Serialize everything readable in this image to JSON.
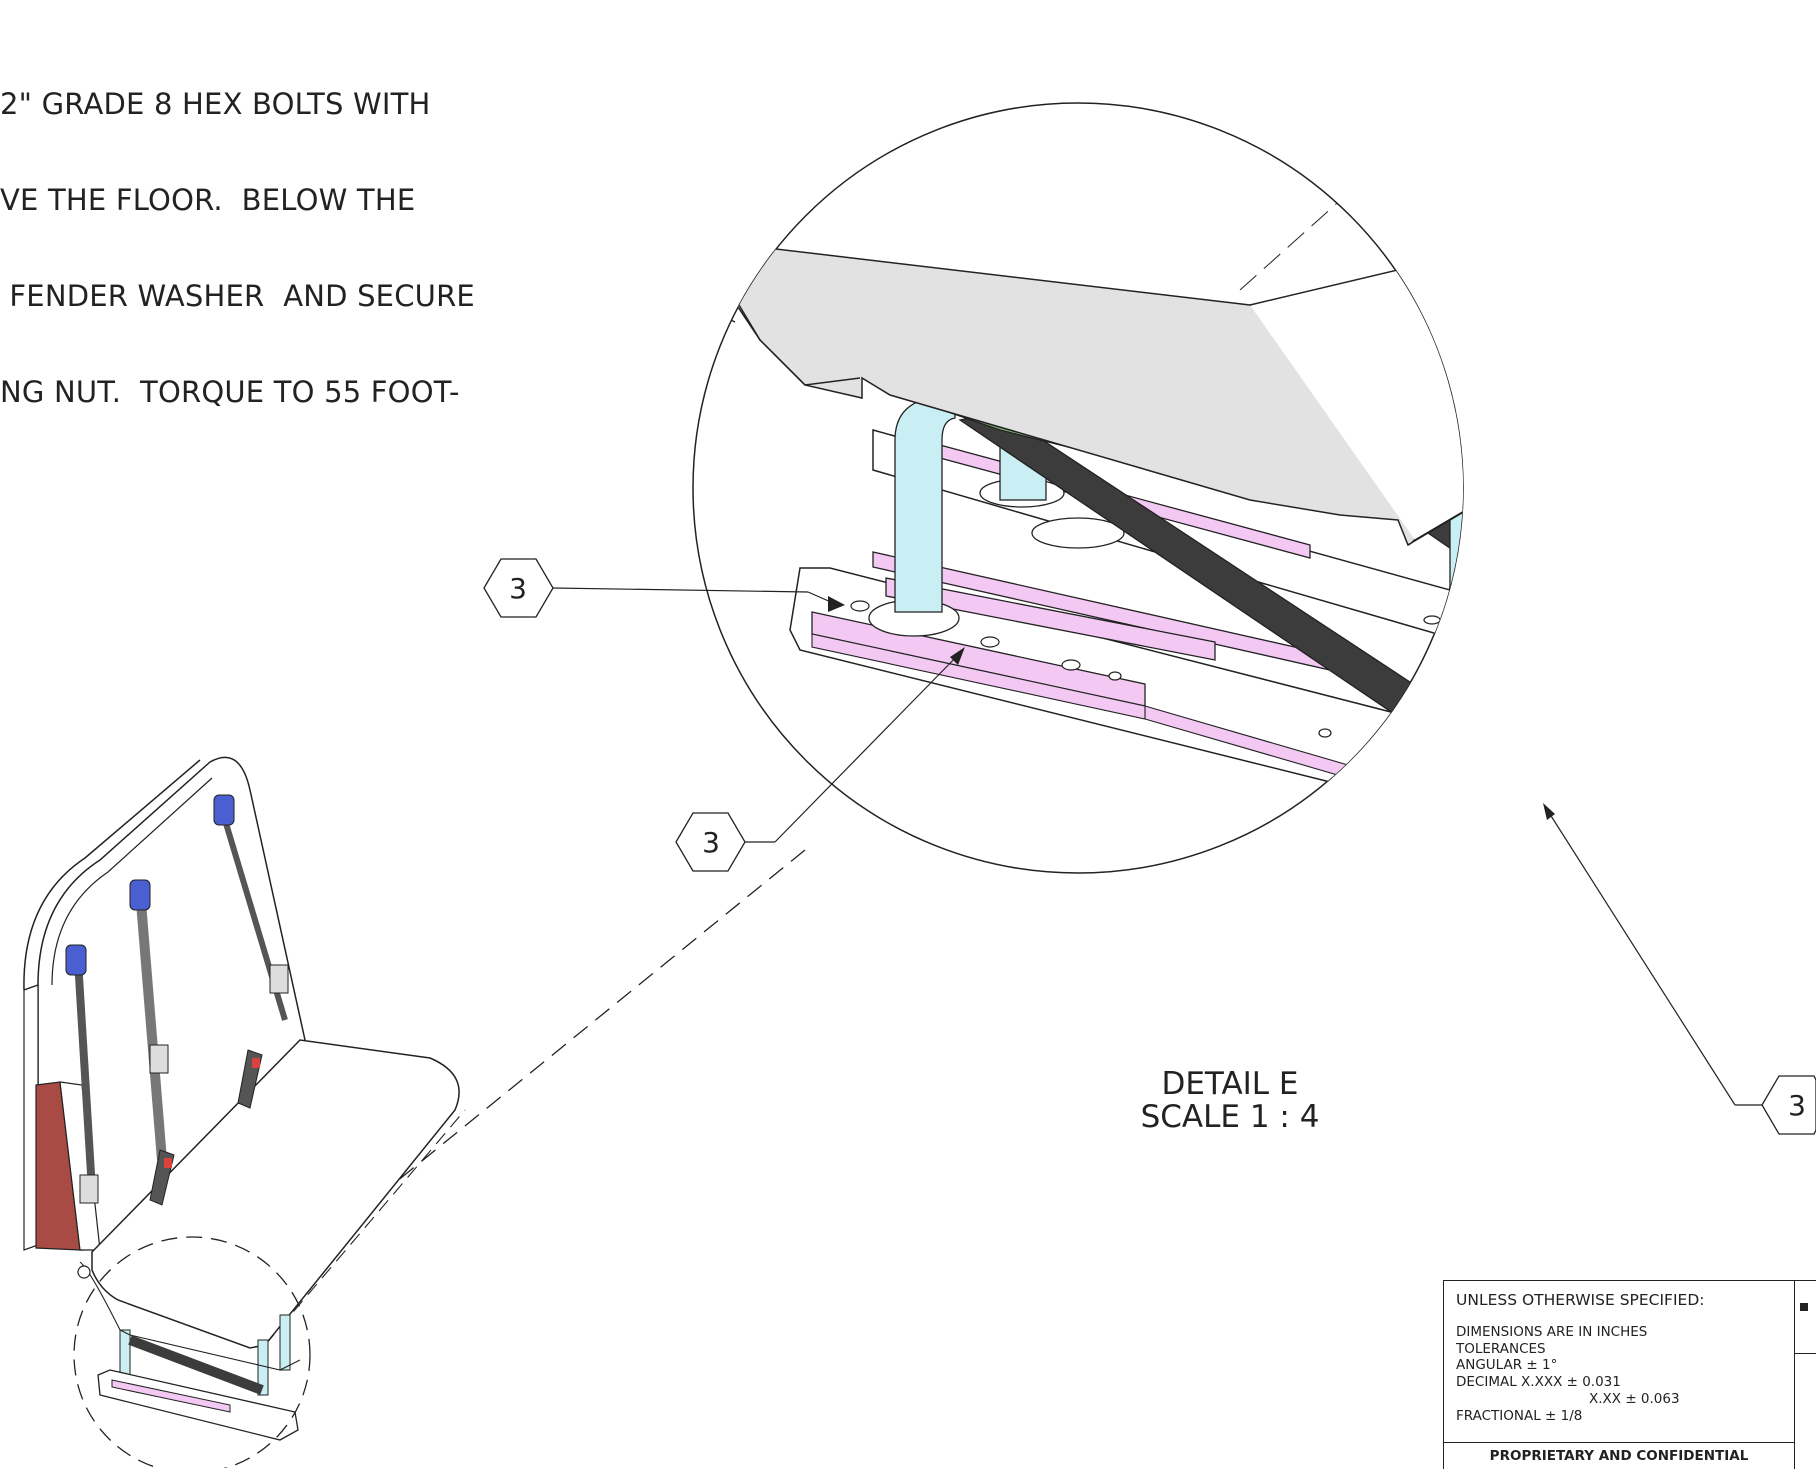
{
  "note": {
    "lines": [
      "2\" GRADE 8 HEX BOLTS WITH",
      "VE THE FLOOR.  BELOW THE",
      " FENDER WASHER  AND SECURE",
      "NG NUT.  TORQUE TO 55 FOOT-"
    ]
  },
  "callouts": [
    {
      "label": "3"
    },
    {
      "label": "3"
    },
    {
      "label": "3"
    }
  ],
  "detail": {
    "title": "DETAIL E",
    "scale": "SCALE 1 : 4"
  },
  "title_block": {
    "header": "UNLESS OTHERWISE SPECIFIED:",
    "dimensions": "DIMENSIONS ARE IN INCHES",
    "tolerances": "TOLERANCES",
    "angular": "ANGULAR  ± 1°",
    "decimal_xxx": "DECIMAL  X.XXX ± 0.031",
    "decimal_xx": "X.XX ± 0.063",
    "fractional": "FRACTIONAL ± 1/8",
    "proprietary": "PROPRIETARY AND CONFIDENTIAL"
  },
  "colors": {
    "line": "#222222",
    "seat_fill": "#e2e2e2",
    "leg_fill": "#c9eef3",
    "rail_fill": "#f3c9f3",
    "brace_fill": "#3c3c3c",
    "cushion_green": "#7fae73",
    "trim_red": "#a94b45",
    "buckle_red": "#d9433c",
    "anchor_blue": "#4a5fd0"
  }
}
